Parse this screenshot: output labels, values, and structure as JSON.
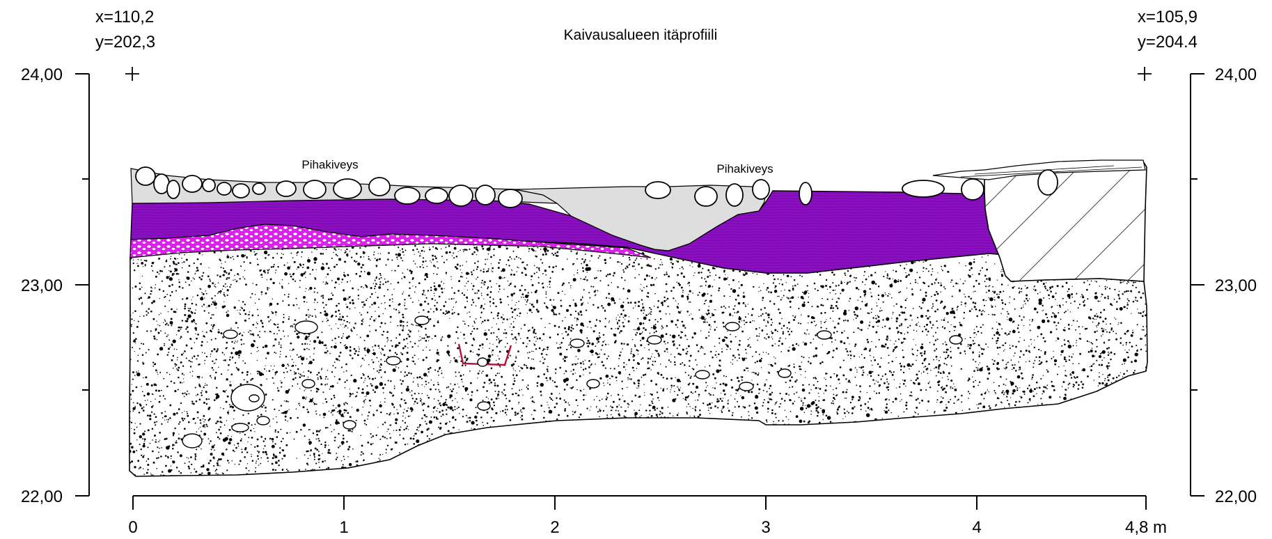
{
  "title": "Kaivausalueen itäprofiili",
  "left_corner": {
    "x_label": "x=110,2",
    "y_label": "y=202,3"
  },
  "right_corner": {
    "x_label": "x=105,9",
    "y_label": "y=204.4"
  },
  "y_axis": {
    "ticks": [
      "24,00",
      "23,00",
      "22,00"
    ],
    "range": [
      22,
      24
    ]
  },
  "x_axis": {
    "ticks": [
      "0",
      "1",
      "2",
      "3",
      "4",
      "4,8 m"
    ],
    "range": [
      0,
      4.8
    ]
  },
  "annotations": [
    "Pihakiveys",
    "Pihakiveys"
  ],
  "colors": {
    "purple_layer": "#8a10c0",
    "magenta_layer": "#e020f0",
    "grey_layer": "#dedede",
    "cut_feature": "#b0103a",
    "gravel": "#000000"
  }
}
